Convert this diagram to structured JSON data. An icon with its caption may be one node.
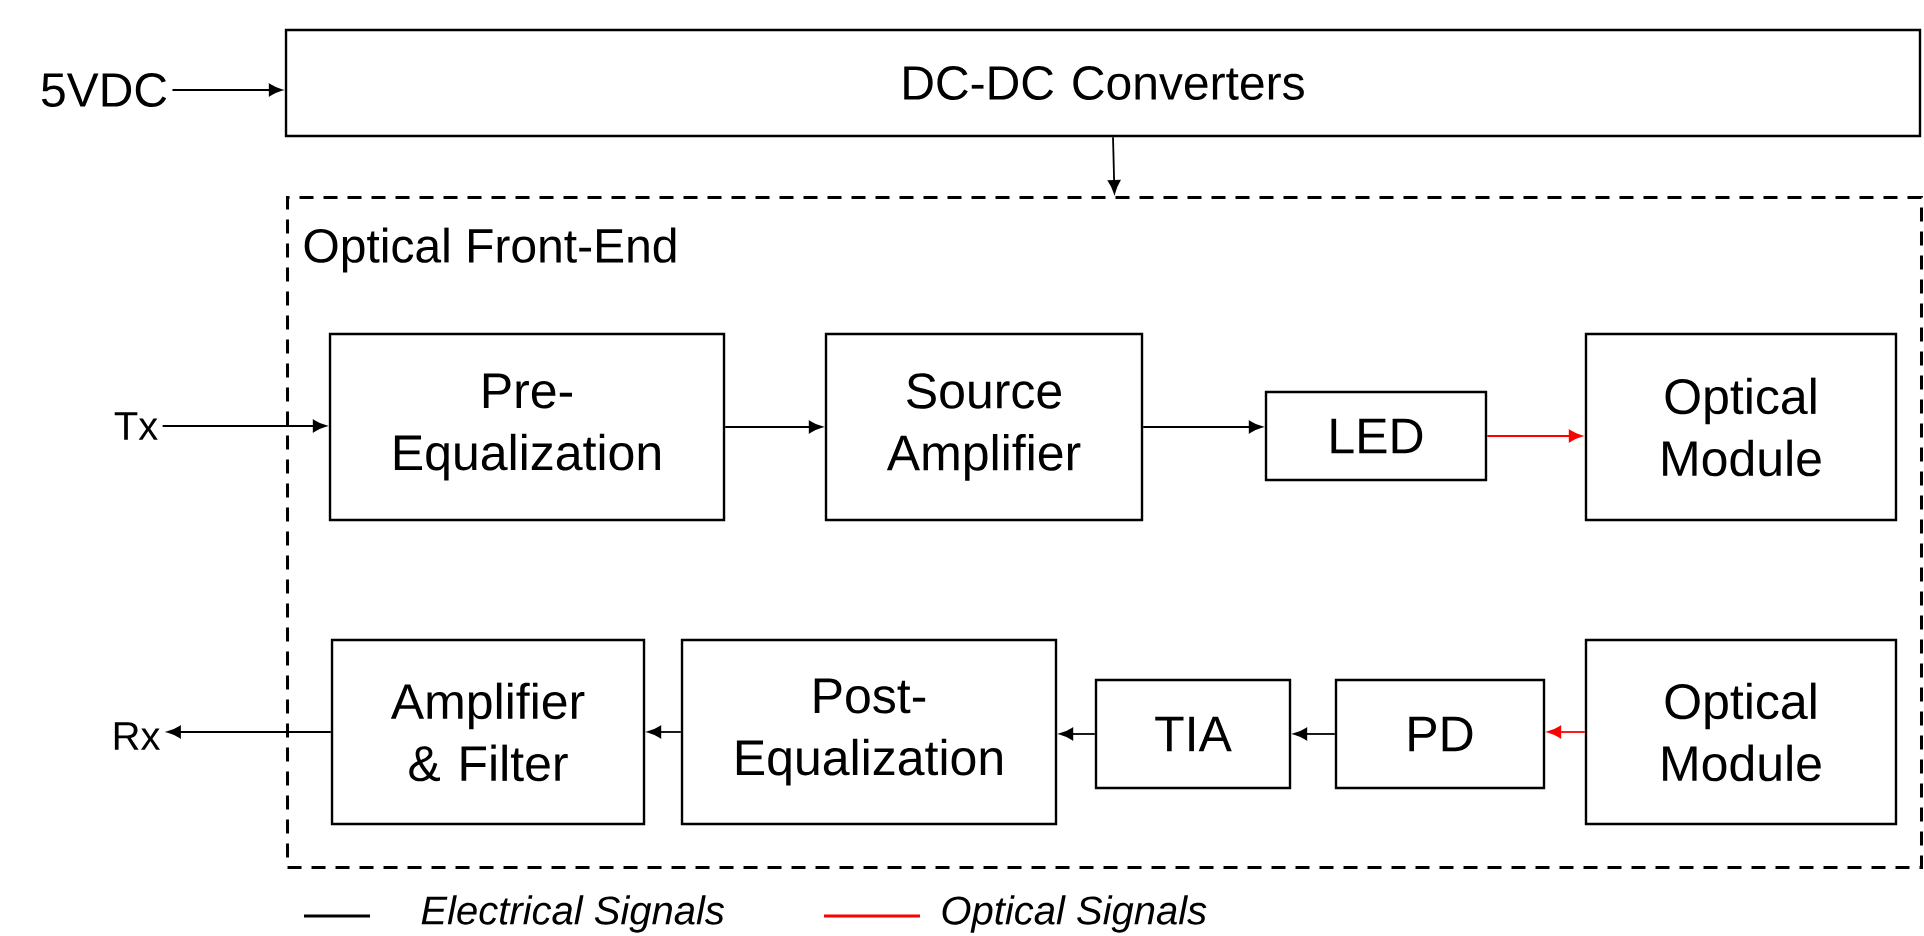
{
  "diagram": {
    "nodes": [
      {
        "text": [
          "5VDC"
        ]
      },
      {
        "text": [
          "DC-DC Converters"
        ]
      },
      {
        "text": [
          "Optical Front-End"
        ]
      },
      {
        "text": [
          "Tx"
        ]
      },
      {
        "text": [
          "Pre-Equalization"
        ],
        "in": 2
      },
      {
        "text": [
          "Source Amplifier"
        ],
        "in": 2
      },
      {
        "text": [
          "LED"
        ],
        "in": 2
      },
      {
        "text": [
          "Optical Module"
        ],
        "in": 2
      },
      {
        "text": [
          "Amplifier & Filter"
        ],
        "in": 2
      },
      {
        "text": [
          "Post-Equalization"
        ],
        "in": 2
      },
      {
        "text": [
          "TIA"
        ],
        "in": 2
      },
      {
        "text": [
          "PD"
        ],
        "in": 2
      },
      {
        "text": [
          "Optical Module"
        ],
        "in": 2
      },
      {
        "text": [
          "Rx"
        ]
      }
    ],
    "edges": [
      {
        "from": 0,
        "to": 1,
        "arrow": "to"
      },
      {
        "from": 1,
        "to": 2,
        "arrow": "to"
      },
      {
        "from": 3,
        "to": 4,
        "arrow": "to"
      },
      {
        "from": 4,
        "to": 5,
        "arrow": "to"
      },
      {
        "from": 5,
        "to": 6,
        "arrow": "to"
      },
      {
        "from": 6,
        "to": 7,
        "arrow": "to",
        "color": "#ff0000"
      },
      {
        "from": 12,
        "to": 11,
        "arrow": "to",
        "color": "#ff0000"
      },
      {
        "from": 11,
        "to": 10,
        "arrow": "to"
      },
      {
        "from": 10,
        "to": 9,
        "arrow": "to"
      },
      {
        "from": 9,
        "to": 8,
        "arrow": "to"
      },
      {
        "from": 8,
        "to": 13,
        "arrow": "to"
      }
    ],
    "legend": [
      {
        "text": "Electrical Signals"
      },
      {
        "text": "Optical Signals"
      }
    ]
  }
}
